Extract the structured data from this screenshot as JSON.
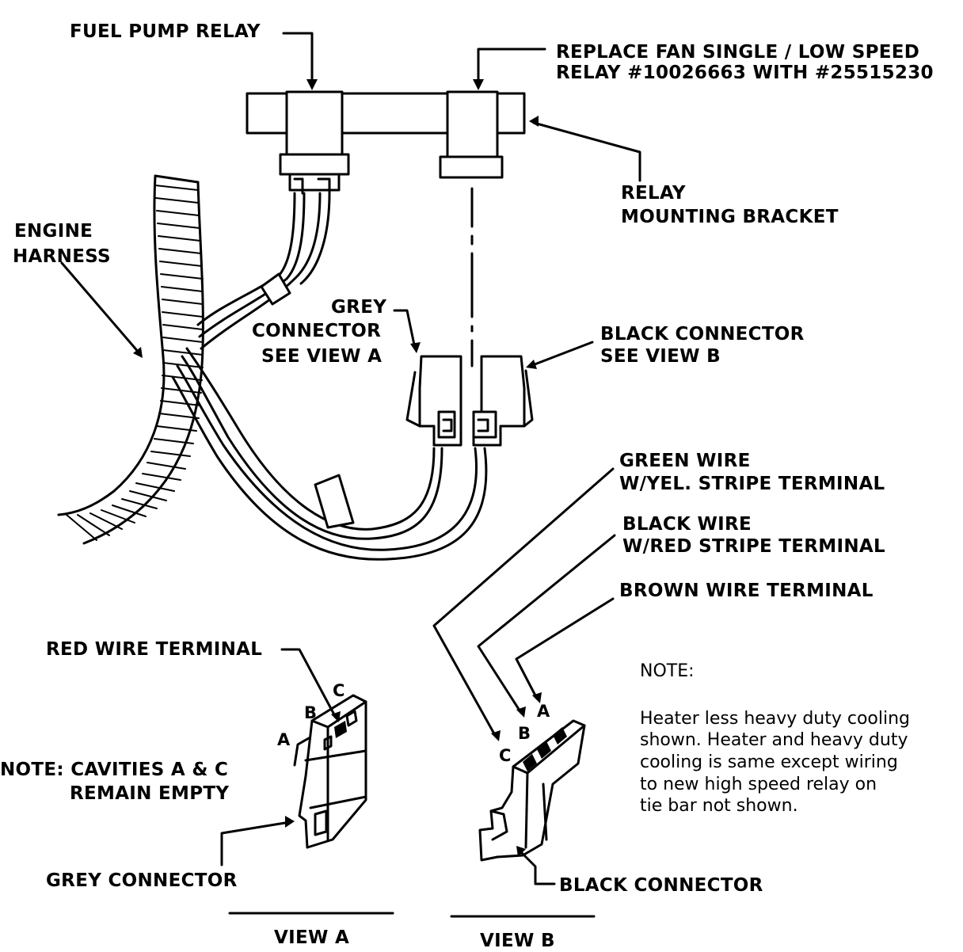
{
  "labels": {
    "fuel_pump_relay": "FUEL PUMP RELAY",
    "replace_relay_line1": "REPLACE FAN SINGLE / LOW SPEED",
    "replace_relay_line2": "RELAY #10026663 WITH #25515230",
    "relay_bracket_line1": "RELAY",
    "relay_bracket_line2": "MOUNTING BRACKET",
    "engine_harness_line1": "ENGINE",
    "engine_harness_line2": "HARNESS",
    "grey_connector_line1": "GREY",
    "grey_connector_line2": "CONNECTOR",
    "grey_connector_line3": "SEE VIEW A",
    "black_connector_line1": "BLACK CONNECTOR",
    "black_connector_line2": "SEE VIEW B",
    "green_wire_line1": "GREEN WIRE",
    "green_wire_line2": "W/YEL. STRIPE TERMINAL",
    "black_wire_line1": "BLACK WIRE",
    "black_wire_line2": "W/RED STRIPE TERMINAL",
    "brown_wire": "BROWN WIRE TERMINAL",
    "red_wire": "RED WIRE TERMINAL",
    "cavities_line1": "NOTE: CAVITIES A & C",
    "cavities_line2": "REMAIN EMPTY",
    "grey_connector_view": "GREY CONNECTOR",
    "black_connector_view": "BLACK CONNECTOR",
    "view_a": "VIEW A",
    "view_b": "VIEW B"
  },
  "cavity_letters_a": {
    "a": "A",
    "b": "B",
    "c": "C"
  },
  "cavity_letters_b": {
    "a": "A",
    "b": "B",
    "c": "C"
  },
  "note": {
    "heading": "NOTE:",
    "line1": "Heater less heavy duty cooling",
    "line2": "shown. Heater and heavy duty",
    "line3": "cooling is same except wiring",
    "line4": "to new high speed relay on",
    "line5": "tie bar not shown."
  }
}
